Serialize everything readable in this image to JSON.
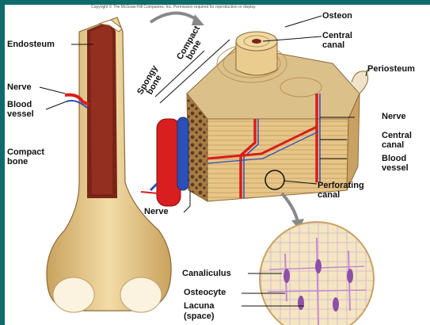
{
  "figure": {
    "copyright": "Copyright © The McGraw-Hill Companies, Inc. Permission required for reproduction or display.",
    "labels": {
      "endosteum": "Endosteum",
      "nerve_left": "Nerve",
      "blood_vessel_left_1": "Blood",
      "blood_vessel_left_2": "vessel",
      "compact_bone_left_1": "Compact",
      "compact_bone_left_2": "bone",
      "spongy_bone_1": "Spongy",
      "spongy_bone_2": "bone",
      "compact_bone_top_1": "Compact",
      "compact_bone_top_2": "bone",
      "osteon": "Osteon",
      "central_canal_top_1": "Central",
      "central_canal_top_2": "canal",
      "periosteum": "Periosteum",
      "nerve_right": "Nerve",
      "central_canal_right_1": "Central",
      "central_canal_right_2": "canal",
      "blood_vessel_right_1": "Blood",
      "blood_vessel_right_2": "vessel",
      "perforating_canal_1": "Perforating",
      "perforating_canal_2": "canal",
      "nerve_bottom": "Nerve",
      "canaliculus": "Canaliculus",
      "osteocyte": "Osteocyte",
      "lacuna_1": "Lacuna",
      "lacuna_2": "(space)"
    }
  },
  "colors": {
    "border": "#0f6b6b",
    "bone": "#e8c98a",
    "bone_shadow": "#c9a25e",
    "marrow": "#7a2418",
    "artery": "#d81e1e",
    "vein": "#2c4fb8",
    "spongy": "#a77b45",
    "magnify": "#f3e6c0",
    "osteocyte": "#8e4fa8"
  }
}
